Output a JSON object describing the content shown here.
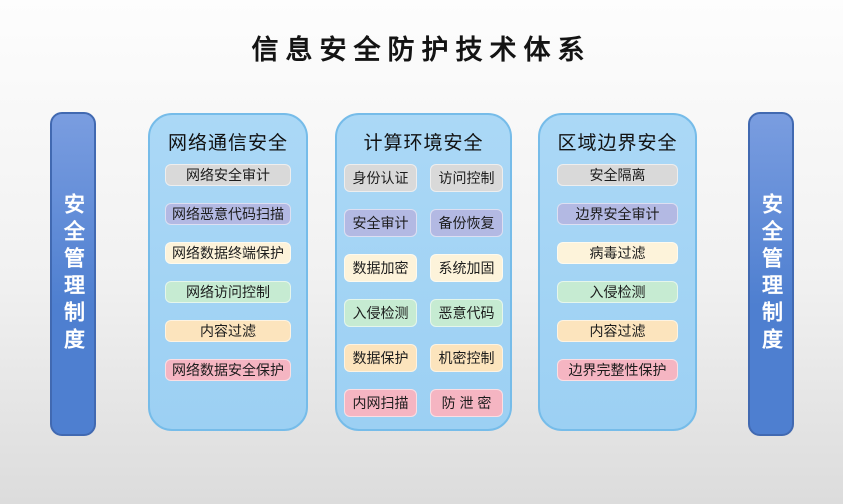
{
  "title": "信息安全防护技术体系",
  "side_bars": {
    "left_label": "安全管理制度",
    "right_label": "安全管理制度"
  },
  "colors": {
    "gray": "#d9d9d9",
    "purple": "#b3b9e3",
    "cream": "#fdf3da",
    "green": "#c6ebd2",
    "peach": "#fce4bd",
    "pink": "#f5b5c2",
    "panel_fill": "#abd8f6",
    "panel_fill2": "#9cd0f3",
    "panel_border": "#76bce9",
    "bar_top": "#7a9de0",
    "bar_bottom": "#4e7fd0",
    "bar_border": "#4169b1"
  },
  "columns": [
    {
      "header": "网络通信安全",
      "items": [
        {
          "label": "网络安全审计",
          "color": "gray"
        },
        {
          "label": "网络恶意代码扫描",
          "color": "purple"
        },
        {
          "label": "网络数据终端保护",
          "color": "cream"
        },
        {
          "label": "网络访问控制",
          "color": "green"
        },
        {
          "label": "内容过滤",
          "color": "peach"
        },
        {
          "label": "网络数据安全保护",
          "color": "pink"
        }
      ]
    },
    {
      "header": "计算环境安全",
      "rows": [
        {
          "left": "身份认证",
          "right": "访问控制",
          "color": "gray"
        },
        {
          "left": "安全审计",
          "right": "备份恢复",
          "color": "purple"
        },
        {
          "left": "数据加密",
          "right": "系统加固",
          "color": "cream"
        },
        {
          "left": "入侵检测",
          "right": "恶意代码",
          "color": "green"
        },
        {
          "left": "数据保护",
          "right": "机密控制",
          "color": "peach"
        },
        {
          "left": "内网扫描",
          "right": "防 泄 密",
          "color": "pink"
        }
      ]
    },
    {
      "header": "区域边界安全",
      "items": [
        {
          "label": "安全隔离",
          "color": "gray"
        },
        {
          "label": "边界安全审计",
          "color": "purple"
        },
        {
          "label": "病毒过滤",
          "color": "cream"
        },
        {
          "label": "入侵检测",
          "color": "green"
        },
        {
          "label": "内容过滤",
          "color": "peach"
        },
        {
          "label": "边界完整性保护",
          "color": "pink"
        }
      ]
    }
  ]
}
